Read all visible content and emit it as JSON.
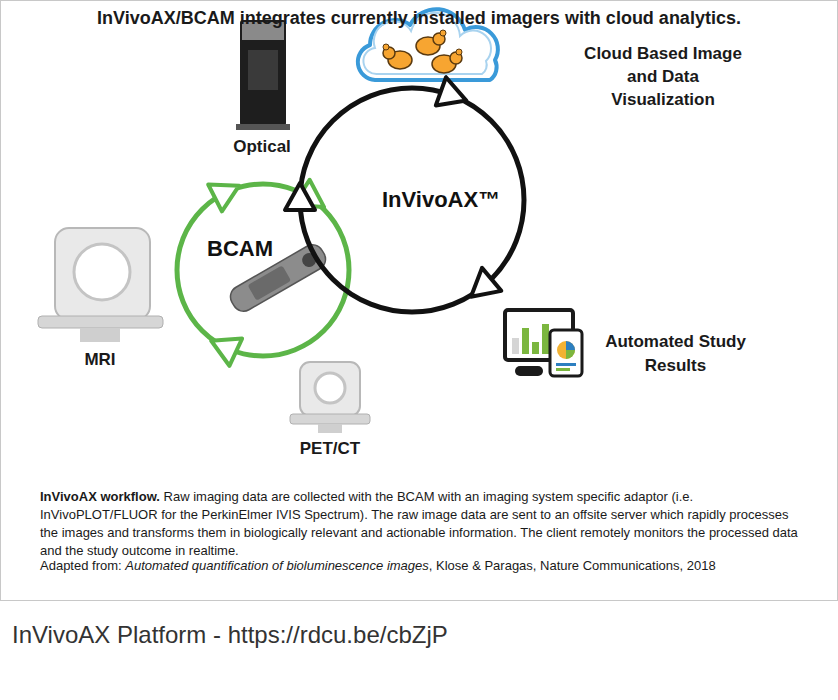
{
  "diagram": {
    "title": "InVivoAX/BCAM integrates currently installed imagers with cloud analytics.",
    "caption": "InVivoAX workflow.",
    "nodes": [
      {
        "text": [
          "BCAM"
        ]
      },
      {
        "text": [
          "InVivoAX™"
        ]
      }
    ],
    "labels": [
      "Cloud Based Image and Data Visualization",
      "Optical",
      "MRI",
      "Automated Study Results",
      "PET/CT",
      "Raw imaging data are collected with the BCAM with an imaging system specific adaptor (i.e. InVivoPLOT/FLUOR for the PerkinElmer IVIS Spectrum). The raw image data are sent to an offsite server which rapidly processes the images and transforms them in biologically relevant and actionable information. The client remotely monitors the processed data and the study outcome in realtime.",
      "Adapted from:",
      "Automated quantification of bioluminescence images",
      ", Klose & Paragas, Nature Communications, 2018",
      "InVivoAX Platform - https://rdcu.be/cbZjP"
    ]
  }
}
